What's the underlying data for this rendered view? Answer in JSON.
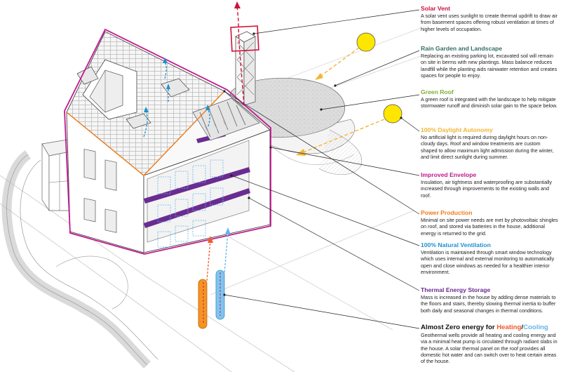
{
  "colors": {
    "solar_vent": "#d0103a",
    "rain_garden": "#2f6f63",
    "green_roof": "#7fae2f",
    "daylight": "#f2b535",
    "envelope": "#c2188f",
    "power": "#f07c1a",
    "ventilation": "#1f8fcf",
    "thermal_storage": "#6a2c91",
    "heating": "#f05a28",
    "cooling": "#64b4e6",
    "sun": "#ffe600",
    "roof_tile": "#f6f6f6",
    "green_roof_fill": "#dcdcdc"
  },
  "callouts": [
    {
      "id": "solar-vent",
      "title": "Solar Vent",
      "body": "A solar vent uses sunlight to create thermal updrift to draw air from basement spaces offering robust ventilation at times of higher levels of occupation."
    },
    {
      "id": "rain-garden",
      "title": "Rain Garden and Landscape",
      "body": "Replacing an existing parking lot, excavated soil will remain on site in berms with new plantings. Mass balance reduces landfill while the planting aids rainwater retention and creates spaces for people to enjoy."
    },
    {
      "id": "green-roof",
      "title": "Green Roof",
      "body": "A green roof is integrated with the landscape to help mitigate stormwater runoff and diminish solar gain to the space below."
    },
    {
      "id": "daylight",
      "title": "100% Daylight Autonomy",
      "body": "No artificial light is required during daylight hours on non-cloudy days. Roof and window treatments are custom shaped to allow maximum light admission during the winter, and limit direct sunlight during summer."
    },
    {
      "id": "envelope",
      "title": "Improved Envelope",
      "body": "Insulation, air tightness and waterproofing are substantially increased through improvements to the existing walls and roof."
    },
    {
      "id": "power",
      "title": "Power Production",
      "body": "Minimal on site power needs are met by photovoltaic shingles on roof, and stored via batteries in the house, additional energy is returned to the grid."
    },
    {
      "id": "ventilation",
      "title": "100% Natural Ventilation",
      "body": "Ventilation is maintained through smart window technology which uses internal and external monitoring to automatically open and close windows as needed for a healthier interior environment."
    },
    {
      "id": "thermal-storage",
      "title": "Thermal Energy Storage",
      "body": "Mass is increased in the house by adding dense materials to the floors and stairs, thereby slowing thermal inertia to buffer both daily and seasonal changes in thermal conditions."
    }
  ],
  "zero_energy": {
    "title_prefix": "Almost Zero energy for ",
    "heating": "Heating",
    "slash": "/",
    "cooling": "Cooling",
    "body": "Geothermal wells provide all heating and cooling energy and via a minimal heat pump is circulated through radiant slabs in the house. A solar thermal panel on the roof provides all domestic hot water and can switch over to heat certain areas of the house."
  }
}
